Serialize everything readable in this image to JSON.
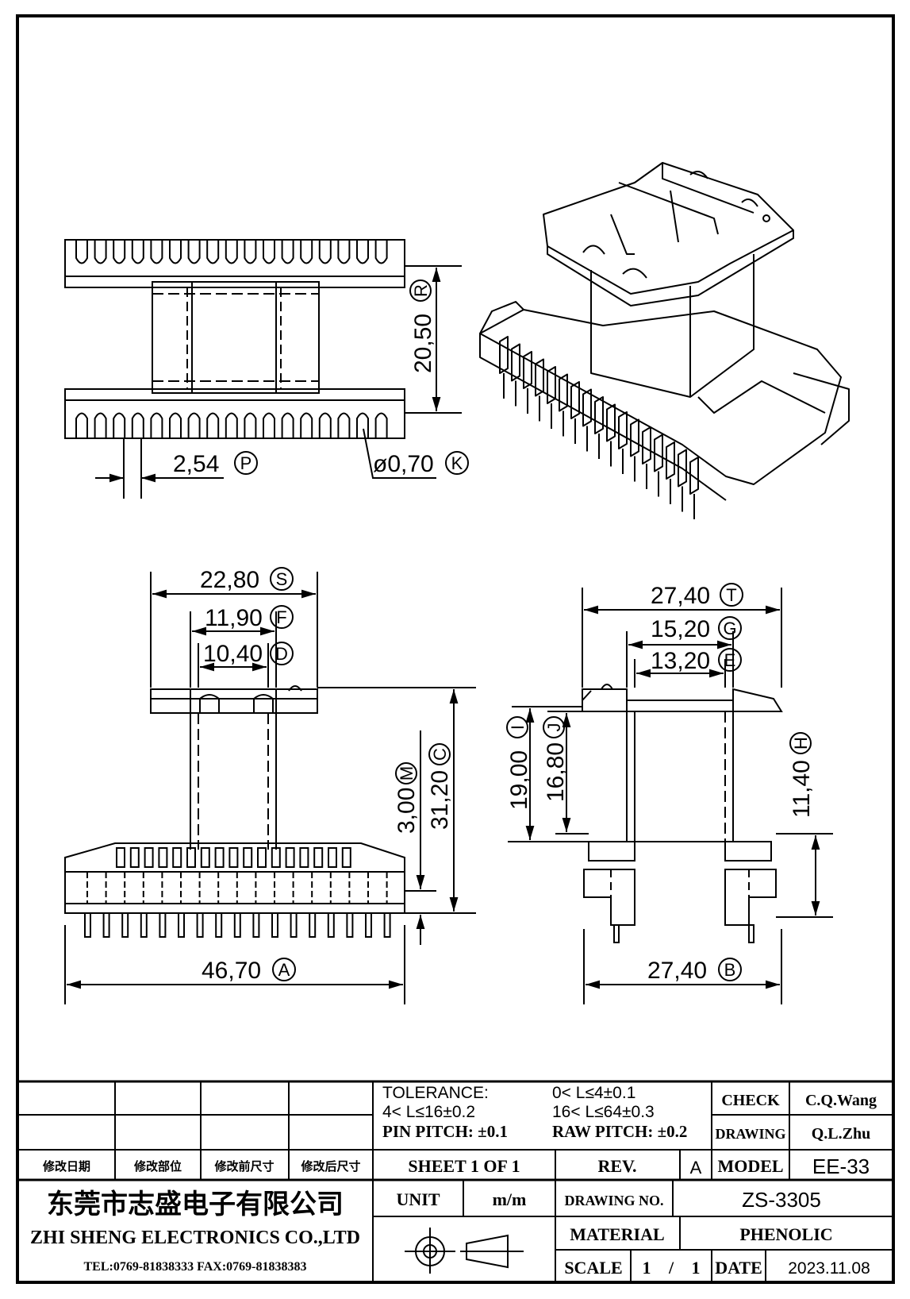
{
  "dimensions": {
    "P": {
      "value": "2,54",
      "letter": "P"
    },
    "K": {
      "value": "ø0,70",
      "letter": "K"
    },
    "R": {
      "value": "20,50",
      "letter": "R"
    },
    "S": {
      "value": "22,80",
      "letter": "S"
    },
    "F": {
      "value": "11,90",
      "letter": "F"
    },
    "D": {
      "value": "10,40",
      "letter": "D"
    },
    "M": {
      "value": "3,00",
      "letter": "M"
    },
    "C": {
      "value": "31,20",
      "letter": "C"
    },
    "A": {
      "value": "46,70",
      "letter": "A"
    },
    "T": {
      "value": "27,40",
      "letter": "T"
    },
    "G": {
      "value": "15,20",
      "letter": "G"
    },
    "E": {
      "value": "13,20",
      "letter": "E"
    },
    "I": {
      "value": "19,00",
      "letter": "I"
    },
    "J": {
      "value": "16,80",
      "letter": "J"
    },
    "H": {
      "value": "11,40",
      "letter": "H"
    },
    "B": {
      "value": "27,40",
      "letter": "B"
    }
  },
  "title_block": {
    "revision_headers": [
      "修改日期",
      "修改部位",
      "修改前尺寸",
      "修改后尺寸"
    ],
    "tolerance_label": "TOLERANCE:",
    "tolerance_1": "0< L≤4±0.1",
    "tolerance_2": "4< L≤16±0.2",
    "tolerance_3": "16< L≤64±0.3",
    "pin_pitch": "PIN PITCH: ±0.1",
    "raw_pitch": "RAW PITCH: ±0.2",
    "check_label": "CHECK",
    "check_value": "C.Q.Wang",
    "drawing_label": "DRAWING",
    "drawing_value": "Q.L.Zhu",
    "sheet": "SHEET 1 OF 1",
    "rev_label": "REV.",
    "rev_value": "A",
    "model_label": "MODEL",
    "model_value": "EE-33",
    "company_cn": "东莞市志盛电子有限公司",
    "company_en": "ZHI SHENG ELECTRONICS CO.,LTD",
    "contact": "TEL:0769-81838333 FAX:0769-81838383",
    "unit_label": "UNIT",
    "unit_value": "m/m",
    "drawing_no_label": "DRAWING NO.",
    "drawing_no_value": "ZS-3305",
    "material_label": "MATERIAL",
    "material_value": "PHENOLIC",
    "scale_label": "SCALE",
    "scale_1": "1",
    "scale_sep": "/",
    "scale_2": "1",
    "date_label": "DATE",
    "date_value": "2023.11.08"
  }
}
